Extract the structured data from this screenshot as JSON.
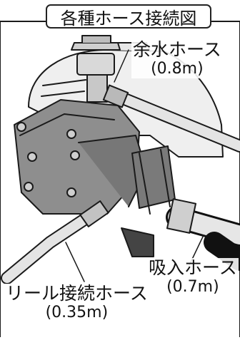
{
  "title": "各種ホース接続図",
  "labels": {
    "drain": {
      "name": "余水ホース",
      "length": "(0.8m)"
    },
    "suction": {
      "name": "吸入ホース",
      "length": "(0.7m)"
    },
    "reel": {
      "name": "リール接続ホース",
      "length": "(0.35m)"
    }
  }
}
